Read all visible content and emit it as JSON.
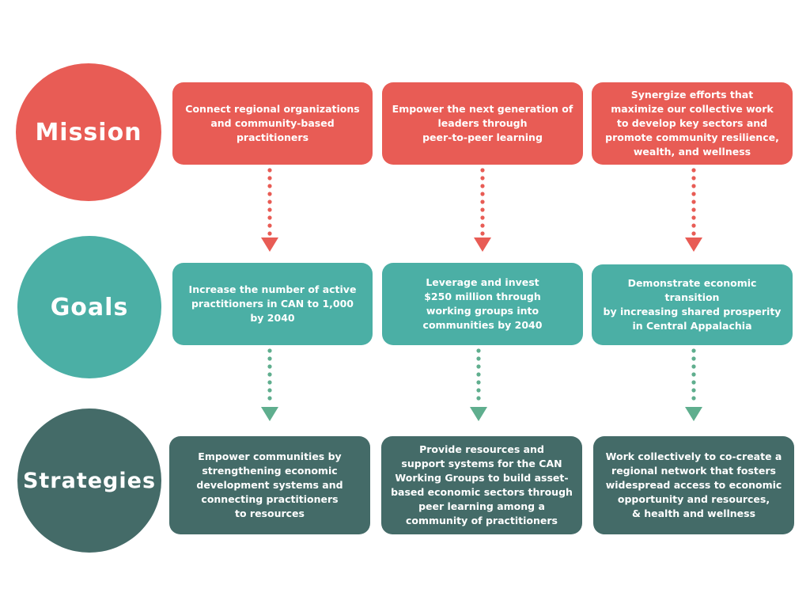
{
  "colors": {
    "mission": "#E85C55",
    "goals": "#4BAFA5",
    "strategies": "#446B68",
    "arrow_mission": "#E85C55",
    "arrow_goals": "#5FAE8E"
  },
  "rows": {
    "mission": {
      "label": "Mission",
      "boxes": [
        "Connect regional organizations\nand community-based\npractitioners",
        "Empower the next generation of\nleaders through\npeer-to-peer learning",
        "Synergize efforts that\nmaximize our collective work\nto develop key sectors and\npromote community resilience,\nwealth, and wellness"
      ]
    },
    "goals": {
      "label": "Goals",
      "boxes": [
        "Increase the number of active\npractitioners in CAN to 1,000\nby 2040",
        "Leverage and invest\n$250 million through\nworking groups into\ncommunities by 2040",
        "Demonstrate economic transition\nby increasing shared prosperity\nin Central Appalachia"
      ]
    },
    "strategies": {
      "label": "Strategies",
      "boxes": [
        "Empower communities by\nstrengthening  economic\ndevelopment systems and\nconnecting practitioners\nto resources",
        "Provide resources and\nsupport systems for the CAN\nWorking Groups to build asset-\nbased economic sectors through\npeer learning among a\ncommunity of practitioners",
        "Work collectively to co-create a\nregional network that fosters\nwidespread access to economic\nopportunity and resources,\n& health and wellness"
      ]
    }
  }
}
